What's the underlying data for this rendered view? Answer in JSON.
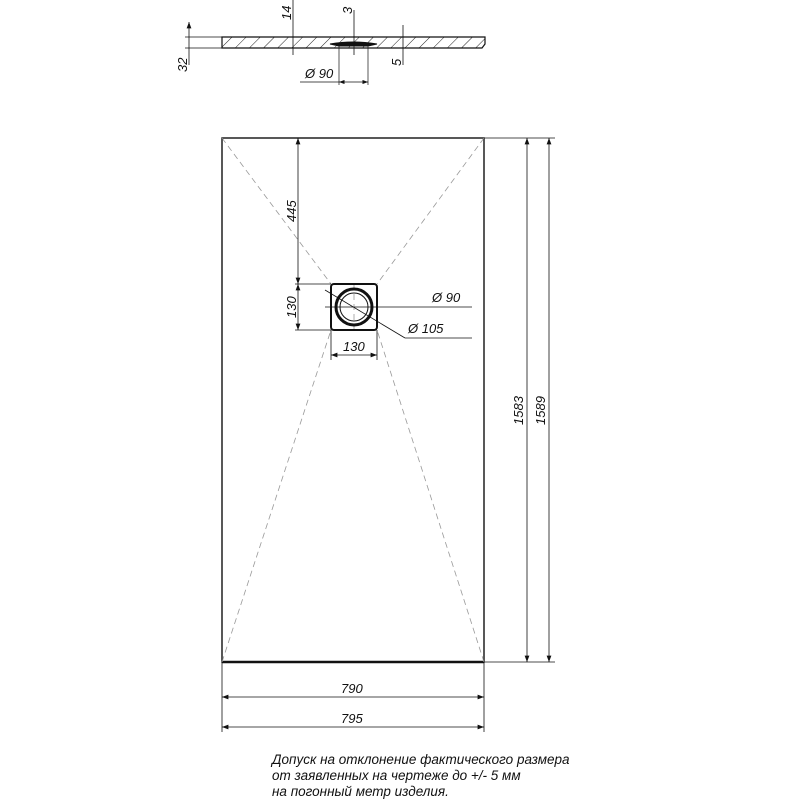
{
  "section": {
    "dim_height": "32",
    "dim_depth": "14",
    "dim_drain_depth": "3",
    "dim_edge": "5",
    "dim_drain_diameter": "Ø 90"
  },
  "plan": {
    "dim_drain_offset": "445",
    "dim_drain_box_height": "130",
    "dim_drain_box_width": "130",
    "dim_drain_inner": "Ø 90",
    "dim_drain_outer": "Ø 105",
    "dim_inner_length": "1583",
    "dim_outer_length": "1589",
    "dim_inner_width": "790",
    "dim_outer_width": "795"
  },
  "note": {
    "lines": [
      "Допуск на отклонение фактического размера",
      "от заявленных на чертеже до +/- 5 мм",
      "на погонный метр изделия."
    ]
  }
}
